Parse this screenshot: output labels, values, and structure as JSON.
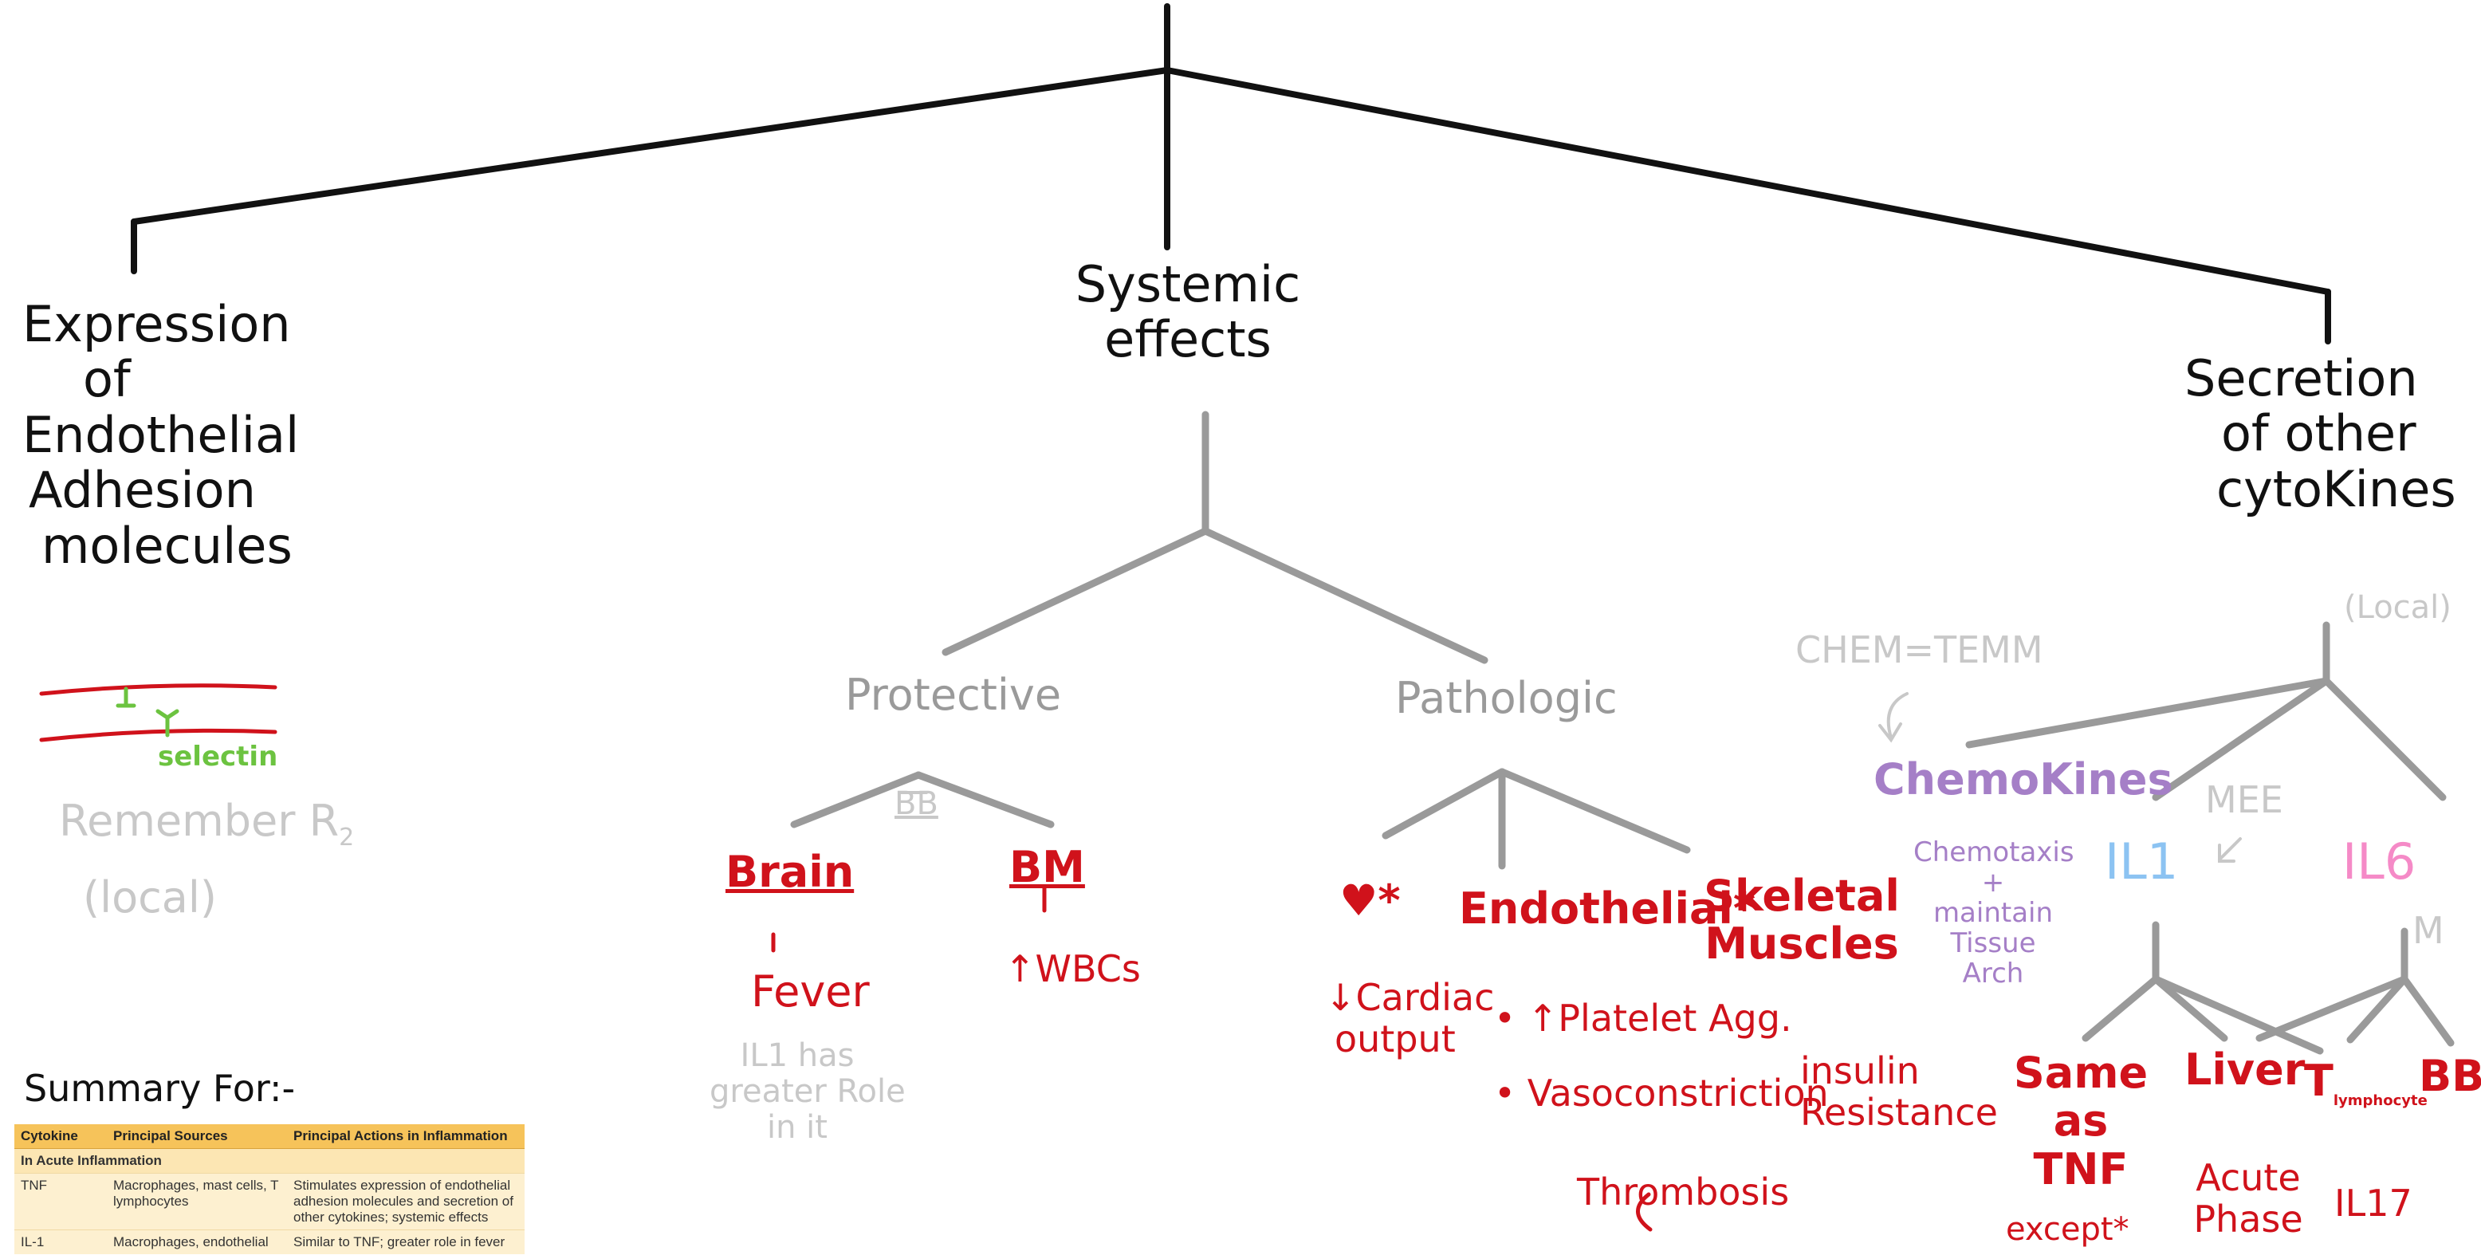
{
  "branches": {
    "expression": [
      "Expression",
      "of",
      "Endothelial",
      "Adhesion",
      "molecules"
    ],
    "systemic": [
      "Systemic",
      "effects"
    ],
    "secretion": [
      "Secretion",
      "of other",
      "cytoKines"
    ]
  },
  "expression_notes": {
    "selectin": "selectin",
    "remember": "Remember R",
    "remember_sub": "2",
    "local": "(local)"
  },
  "systemic": {
    "protective": "Protective",
    "pathologic": "Pathologic",
    "bb": "BB",
    "brain": "Brain",
    "fever": "Fever",
    "il1_note": [
      "IL1 has",
      "greater Role",
      "in it"
    ],
    "bm": "BM",
    "wbcs": "↑WBCs",
    "heart": "♥*",
    "cardiac": [
      "↓Cardiac",
      "output"
    ],
    "endothelial": "Endothelial*",
    "platelet": "• ↑Platelet Agg.",
    "vaso": "• Vasoconstriction",
    "thrombosis": "Thrombosis",
    "skeletal": [
      "Skeletal",
      "Muscles"
    ],
    "insulin": [
      "insulin",
      "Resistance"
    ]
  },
  "secretion": {
    "local": "(Local)",
    "chem_note": "CHEM=TEMM",
    "chemokines": "ChemoKines",
    "chemo_effects": [
      "Chemotaxis",
      "+",
      "maintain",
      "Tissue",
      "Arch"
    ],
    "il1": "IL1",
    "mee": "MEE",
    "il6": "IL6",
    "m": "M",
    "same": [
      "Same",
      "as",
      "TNF"
    ],
    "except": "except*",
    "liver": "Liver",
    "acute": [
      "Acute",
      "Phase"
    ],
    "t_lymph": "T",
    "t_lymph_sub": "lymphocyte",
    "il17": "IL17",
    "bb": "BB"
  },
  "summary": {
    "title": "Summary For:-",
    "headers": [
      "Cytokine",
      "Principal Sources",
      "Principal Actions in Inflammation"
    ],
    "section": "In Acute Inflammation",
    "rows": [
      [
        "TNF",
        "Macrophages, mast cells, T lymphocytes",
        "Stimulates expression of endothelial adhesion molecules and secretion of other cytokines; systemic effects"
      ],
      [
        "IL-1",
        "Macrophages, endothelial",
        "Similar to TNF; greater role in fever"
      ]
    ]
  },
  "colors": {
    "black": "#111111",
    "gray_lines": "#9a9a9a",
    "red": "#d0121b",
    "purple": "#a57fc7",
    "blue": "#8cc3f2",
    "pink": "#f58ac7",
    "green": "#6cc340",
    "table_header": "#f6c35a"
  }
}
